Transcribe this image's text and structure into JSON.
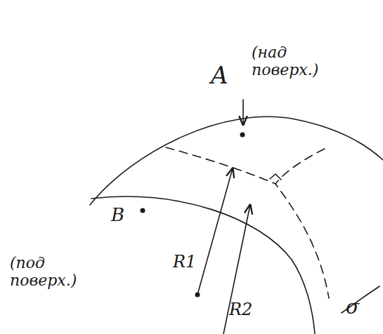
{
  "diagram": {
    "labels": [
      "A",
      "(над поверх.)",
      "B",
      "(под поверх.)",
      "R1",
      "R2",
      "σ"
    ]
  }
}
